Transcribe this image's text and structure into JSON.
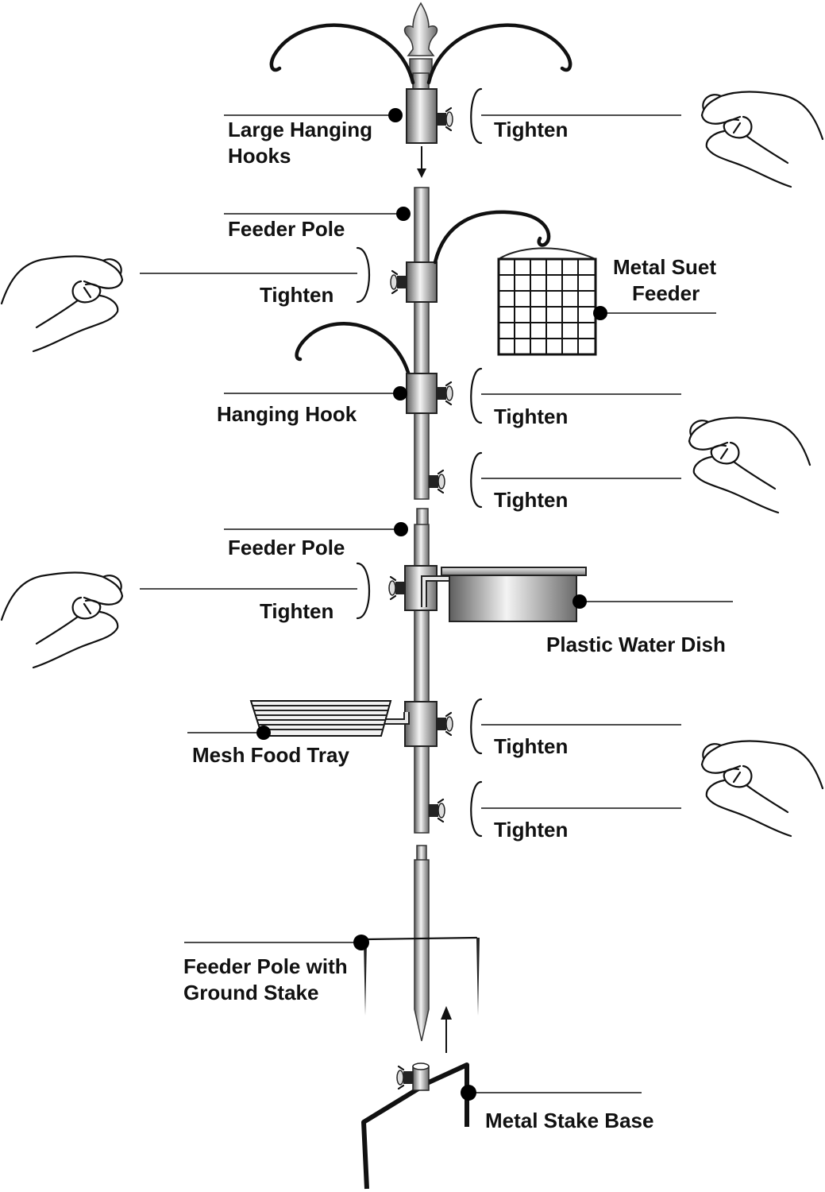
{
  "labels": {
    "large_hooks_1": "Large Hanging",
    "large_hooks_2": "Hooks",
    "feeder_pole_top": "Feeder Pole",
    "suet_1": "Metal Suet",
    "suet_2": "Feeder",
    "hanging_hook": "Hanging Hook",
    "feeder_pole_mid": "Feeder Pole",
    "water_dish": "Plastic Water Dish",
    "food_tray": "Mesh Food Tray",
    "ground_stake_1": "Feeder Pole with",
    "ground_stake_2": "Ground Stake",
    "stake_base": "Metal Stake Base"
  },
  "tighten": [
    "Tighten",
    "Tighten",
    "Tighten",
    "Tighten",
    "Tighten",
    "Tighten",
    "Tighten"
  ],
  "colors": {
    "ink": "#111111",
    "metal_light": "#f2f2f2",
    "metal_dark": "#6e6e6e",
    "background": "#ffffff"
  },
  "icons": [
    "hand-icon",
    "thumbscrew-icon",
    "arrow-down-icon",
    "arrow-up-icon",
    "finial-icon"
  ]
}
